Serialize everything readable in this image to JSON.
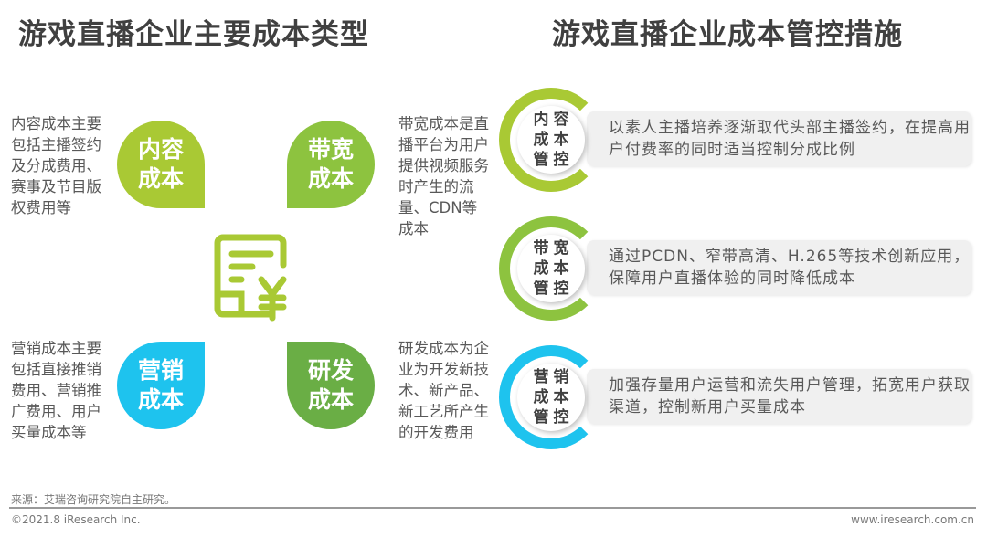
{
  "left": {
    "title": "游戏直播企业主要成本类型",
    "types": [
      {
        "name_line1": "内容",
        "name_line2": "成本",
        "desc": "内容成本主要包括主播签约及分成费用、赛事及节目版权费用等",
        "color": "#a9c934"
      },
      {
        "name_line1": "带宽",
        "name_line2": "成本",
        "desc": "带宽成本是直播平台为用户提供视频服务时产生的流量、CDN等成本",
        "color": "#8dc33f"
      },
      {
        "name_line1": "营销",
        "name_line2": "成本",
        "desc": "营销成本主要包括直接推销费用、营销推广费用、用户买量成本等",
        "color": "#1ec3ee"
      },
      {
        "name_line1": "研发",
        "name_line2": "成本",
        "desc": "研发成本为企业为开发新技术、新产品、新工艺所产生的开发费用",
        "color": "#6aae45"
      }
    ],
    "center_icon": "yuan-document-icon"
  },
  "right": {
    "title": "游戏直播企业成本管控措施",
    "measures": [
      {
        "l1": "内容",
        "l2": "成本",
        "l3": "管控",
        "text": "以素人主播培养逐渐取代头部主播签约，在提高用户付费率的同时适当控制分成比例",
        "color": "#a9c934"
      },
      {
        "l1": "带宽",
        "l2": "成本",
        "l3": "管控",
        "text": "通过PCDN、窄带高清、H.265等技术创新应用，保障用户直播体验的同时降低成本",
        "color": "#8dc33f"
      },
      {
        "l1": "营销",
        "l2": "成本",
        "l3": "管控",
        "text": "加强存量用户运营和流失用户管理，拓宽用户获取渠道，控制新用户买量成本",
        "color": "#1ec3ee"
      }
    ]
  },
  "footer": {
    "source": "来源：艾瑞咨询研究院自主研究。",
    "copyright": "©2021.8 iResearch Inc.",
    "website": "www.iresearch.com.cn"
  }
}
